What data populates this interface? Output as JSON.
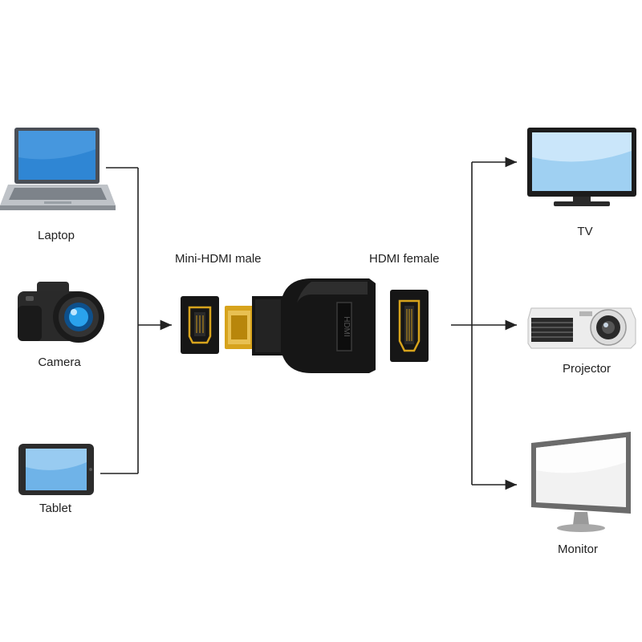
{
  "sources": {
    "laptop": "Laptop",
    "camera": "Camera",
    "tablet": "Tablet"
  },
  "adapter": {
    "mini_hdmi_label": "Mini-HDMI male",
    "hdmi_label": "HDMI female"
  },
  "targets": {
    "tv": "TV",
    "projector": "Projector",
    "monitor": "Monitor"
  },
  "colors": {
    "line": "#222222",
    "screen_blue": "#3a8fd6",
    "gold": "#d7a31c",
    "adapter_black": "#161616"
  }
}
